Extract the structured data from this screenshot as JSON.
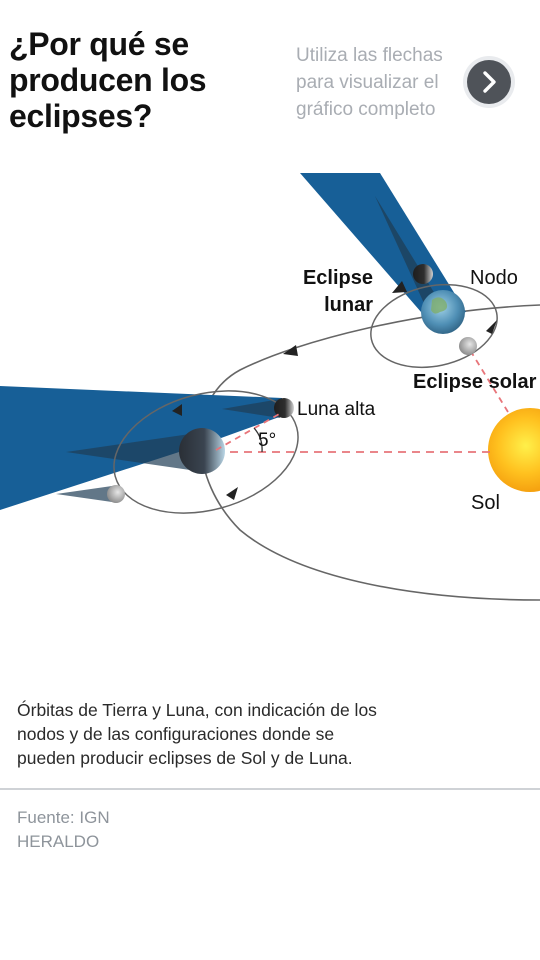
{
  "header": {
    "title_line1": "¿Por qué se",
    "title_line2": "producen los",
    "title_line3": "eclipses?",
    "hint_line1": "Utiliza las flechas",
    "hint_line2": "para visualizar el",
    "hint_line3": "gráfico completo",
    "next_icon": "chevron-right-icon"
  },
  "diagram": {
    "labels": {
      "eclipse_lunar_line1": "Eclipse",
      "eclipse_lunar_line2": "lunar",
      "nodo": "Nodo",
      "eclipse_solar": "Eclipse solar",
      "luna_alta": "Luna alta",
      "angle": "5°",
      "sol": "Sol"
    },
    "colors": {
      "shadow_blue": "#175f97",
      "sun_core": "#fff04a",
      "sun_edge": "#f39a0c",
      "orbit_line": "#555555",
      "dashed_line": "#e8757a"
    }
  },
  "caption": {
    "line1": "Órbitas de Tierra y Luna, con indicación de los",
    "line2": "nodos y de las configuraciones donde se",
    "line3": "pueden producir eclipses de Sol y de Luna."
  },
  "source": {
    "line1": "Fuente: IGN",
    "line2": "HERALDO"
  }
}
